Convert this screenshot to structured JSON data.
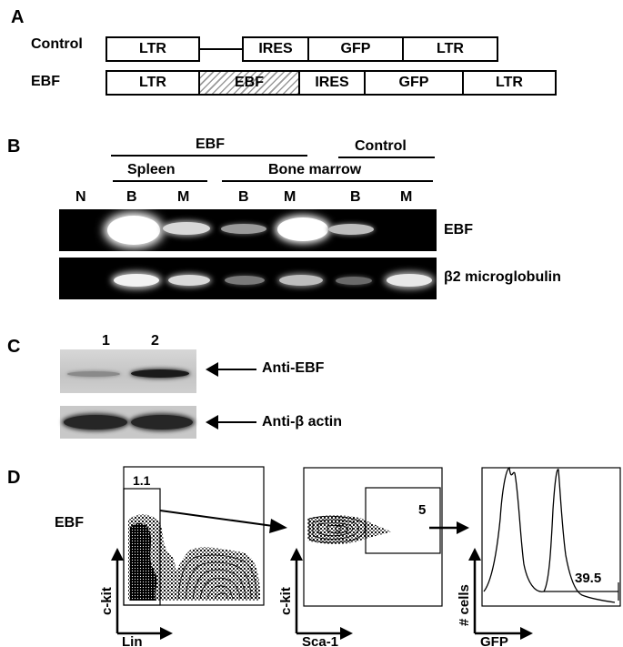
{
  "panels": {
    "a": "A",
    "b": "B",
    "c": "C",
    "d": "D"
  },
  "panel_a": {
    "control_label": "Control",
    "ebf_label": "EBF",
    "control_construct": [
      "LTR",
      "IRES",
      "GFP",
      "LTR"
    ],
    "ebf_construct": [
      "LTR",
      "EBF",
      "IRES",
      "GFP",
      "LTR"
    ]
  },
  "panel_b": {
    "group_ebf": "EBF",
    "group_control": "Control",
    "sub_spleen": "Spleen",
    "sub_bone_marrow": "Bone marrow",
    "lanes": [
      "N",
      "B",
      "M",
      "B",
      "M",
      "B",
      "M"
    ],
    "gel_labels": [
      "EBF",
      "β2 microglobulin"
    ]
  },
  "panel_c": {
    "lanes": [
      "1",
      "2"
    ],
    "labels": [
      "Anti-EBF",
      "Anti-β actin"
    ]
  },
  "panel_d": {
    "sample_label": "EBF",
    "plot1": {
      "gate_value": "1.1",
      "ylabel": "c-kit",
      "xlabel": "Lin"
    },
    "plot2": {
      "gate_value": "5",
      "ylabel": "c-kit",
      "xlabel": "Sca-1"
    },
    "plot3": {
      "gate_value": "39.5",
      "ylabel": "# cells",
      "xlabel": "GFP"
    }
  }
}
